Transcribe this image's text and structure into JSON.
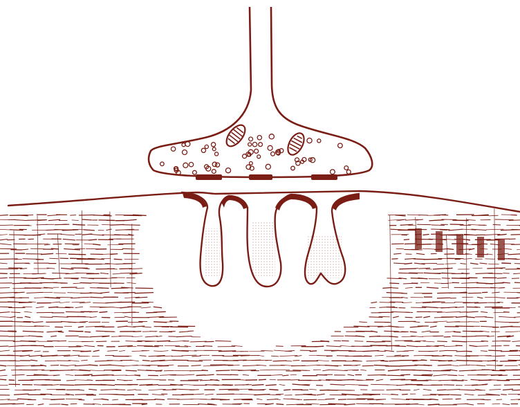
{
  "colors": {
    "ink": "#7a1d14",
    "paper": "#ffffff"
  },
  "structures": [
    "axon",
    "axon-terminal",
    "synaptic-vesicles",
    "mitochondria",
    "active-zones",
    "postsynaptic-membrane",
    "junctional-folds",
    "muscle-fiber-striations"
  ],
  "counts": {
    "mitochondria": 2,
    "active_zones": 3,
    "junctional_folds": 3
  }
}
